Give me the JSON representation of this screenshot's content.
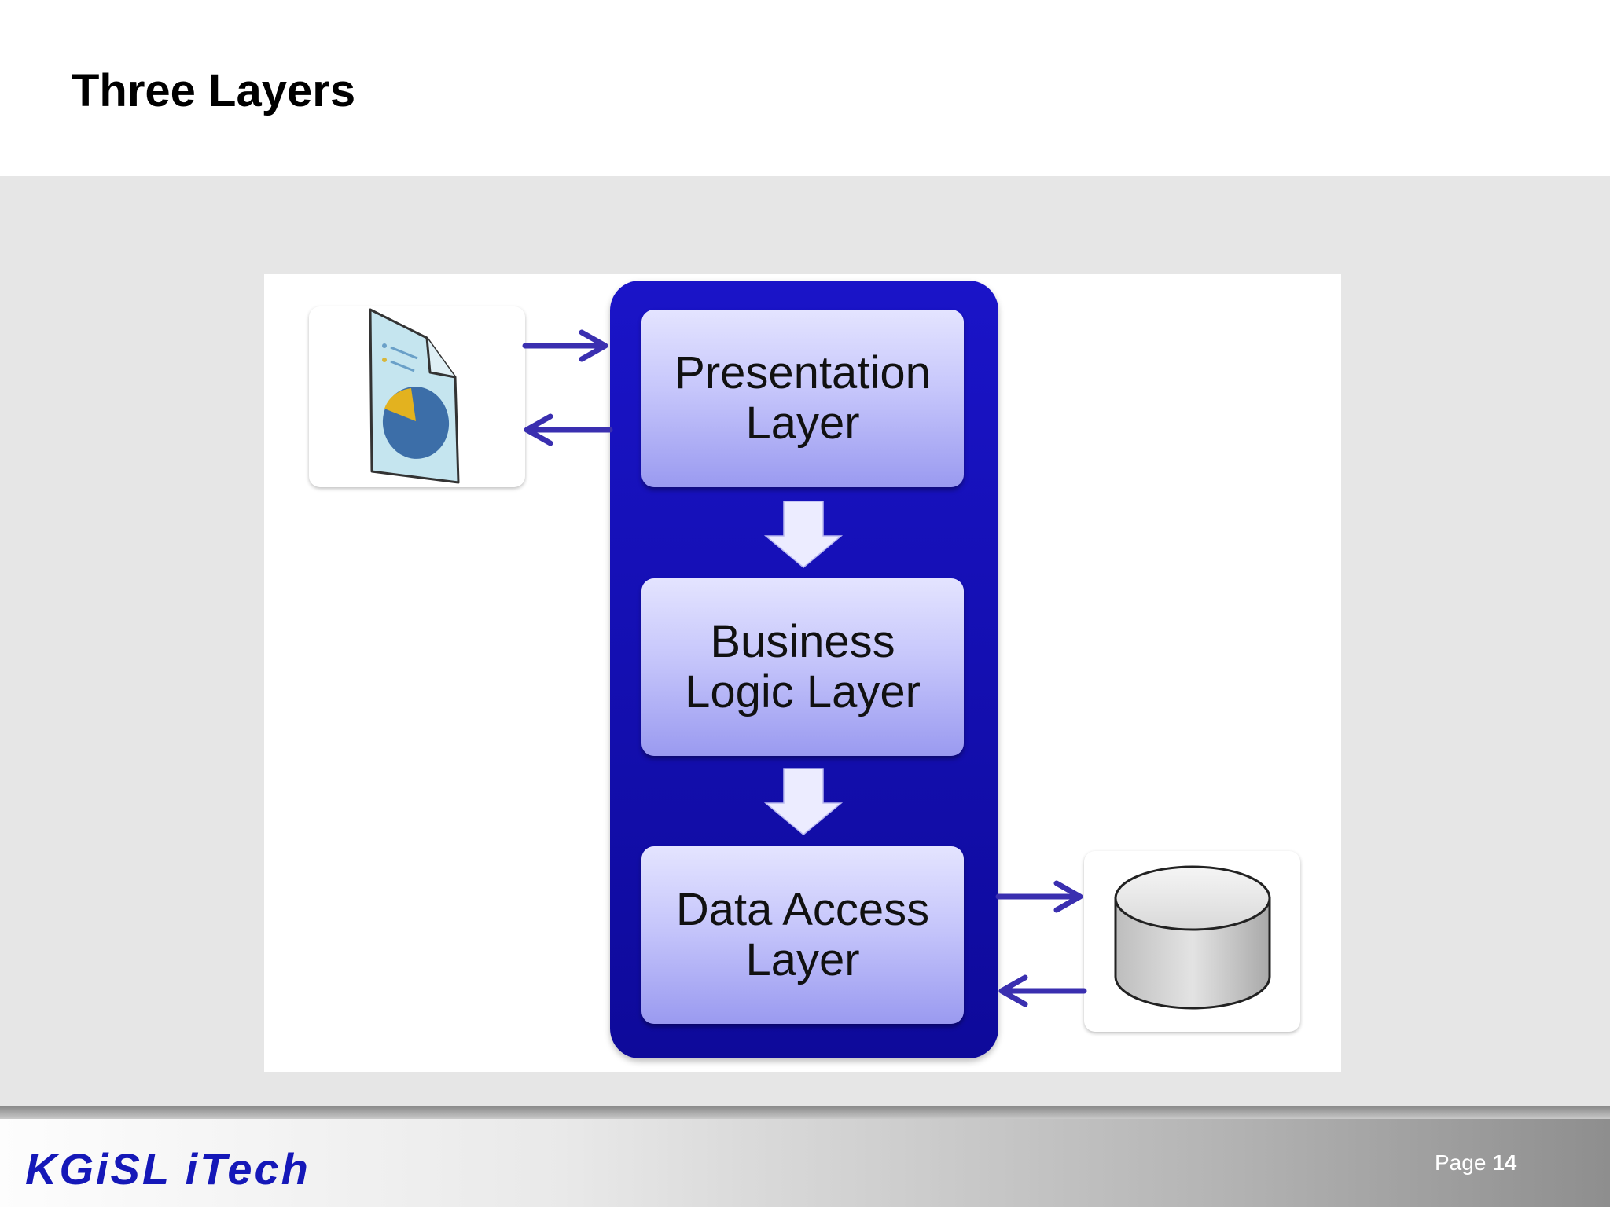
{
  "slide": {
    "title": "Three Layers"
  },
  "diagram": {
    "layers": [
      {
        "label": "Presentation\nLayer"
      },
      {
        "label": "Business\nLogic Layer"
      },
      {
        "label": "Data Access\nLayer"
      }
    ],
    "colors": {
      "stack": "#1a14c8",
      "arrow": "#3a2fb0",
      "down_arrow": "#ececff"
    },
    "icons": {
      "client": "report-document-icon",
      "storage": "database-cylinder-icon"
    }
  },
  "footer": {
    "brand": "KGiSL iTech",
    "page_prefix": "Page",
    "page_number": "14"
  }
}
